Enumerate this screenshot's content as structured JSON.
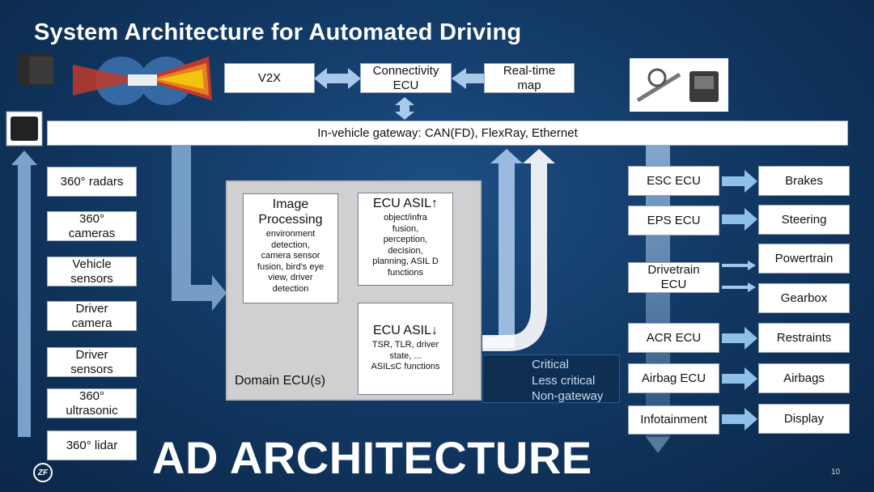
{
  "title": "System Architecture for Automated Driving",
  "top_row": {
    "v2x": "V2X",
    "connectivity_line1": "Connectivity",
    "connectivity_line2": "ECU",
    "realtime_line1": "Real-time",
    "realtime_line2": "map"
  },
  "gateway": "In-vehicle gateway: CAN(FD), FlexRay, Ethernet",
  "sensors": [
    {
      "line1": "360° radars",
      "line2": ""
    },
    {
      "line1": "360°",
      "line2": "cameras"
    },
    {
      "line1": "Vehicle",
      "line2": "sensors"
    },
    {
      "line1": "Driver",
      "line2": "camera"
    },
    {
      "line1": "Driver",
      "line2": "sensors"
    },
    {
      "line1": "360°",
      "line2": "ultrasonic"
    },
    {
      "line1": "360° lidar",
      "line2": ""
    }
  ],
  "domain": {
    "label": "Domain ECU(s)",
    "image_processing": {
      "title_line1": "Image",
      "title_line2": "Processing",
      "desc": [
        "environment",
        "detection,",
        "camera sensor",
        "fusion, bird's eye",
        "view, driver",
        "detection"
      ]
    },
    "ecu_up": {
      "title": "ECU ASIL↑",
      "desc": [
        "object/infra",
        "fusion,",
        "perception,",
        "decision,",
        "planning, ASIL D",
        "functions"
      ]
    },
    "ecu_down": {
      "title": "ECU ASIL↓",
      "desc": [
        "TSR, TLR, driver",
        "state, ...",
        "ASIL≤C functions"
      ]
    }
  },
  "legend": {
    "critical": "Critical",
    "less_critical": "Less critical",
    "non_gateway": "Non-gateway"
  },
  "ecus": [
    {
      "line1": "ESC ECU",
      "line2": ""
    },
    {
      "line1": "EPS ECU",
      "line2": ""
    },
    {
      "line1": "Drivetrain",
      "line2": "ECU"
    },
    {
      "line1": "ACR ECU",
      "line2": ""
    },
    {
      "line1": "Airbag ECU",
      "line2": ""
    },
    {
      "line1": "Infotainment",
      "line2": ""
    }
  ],
  "actuators": [
    "Brakes",
    "Steering",
    "Powertrain",
    "Gearbox",
    "Restraints",
    "Airbags",
    "Display"
  ],
  "banner": "AD ARCHITECTURE",
  "logo": "ZF",
  "page_number": "10",
  "colors": {
    "critical": "#a9c8ea",
    "less_critical": "#7fb0e0",
    "non_gateway": "#6ea7dc",
    "background": "#123a66"
  }
}
